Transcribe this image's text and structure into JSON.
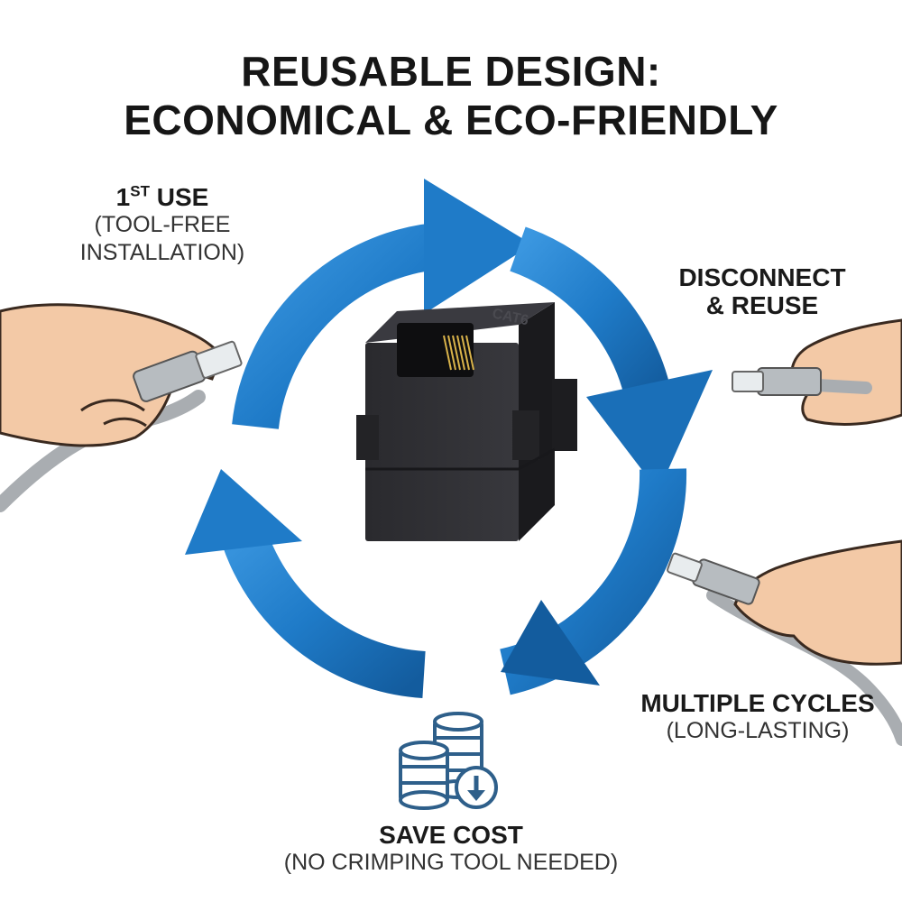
{
  "title": {
    "line1": "REUSABLE DESIGN:",
    "line2": "ECONOMICAL & ECO-FRIENDLY"
  },
  "steps": {
    "first_use": {
      "number": "1",
      "suffix": "ST",
      "word": "USE",
      "sub1": "(TOOL-FREE",
      "sub2": "INSTALLATION)"
    },
    "disconnect": {
      "line1": "DISCONNECT",
      "line2": "& REUSE"
    },
    "multiple": {
      "line1": "MULTIPLE CYCLES",
      "sub": "(LONG-LASTING)"
    },
    "save": {
      "line1": "SAVE COST",
      "sub": "(NO CRIMPING TOOL NEEDED)"
    }
  },
  "product": {
    "embossed_text": "CAT6"
  },
  "colors": {
    "arrow_blue": "#1f7bc8",
    "arrow_dark": "#135c9e",
    "connector": "#2a2a2e",
    "coin_blue": "#2e5f8a",
    "cable_grey": "#a9adb1"
  },
  "icons": [
    "cycle-arrows-icon",
    "coin-stack-icon",
    "down-arrow-badge-icon",
    "rj45-plug-icon",
    "hand-icon"
  ]
}
